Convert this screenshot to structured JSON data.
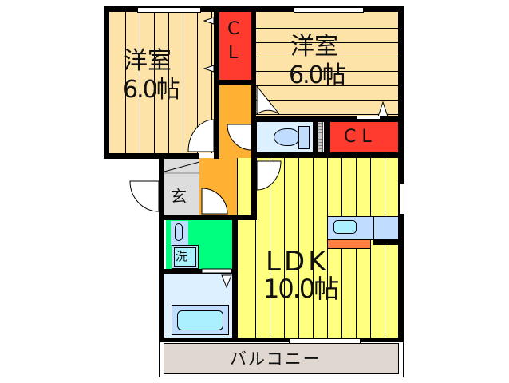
{
  "floorplan": {
    "rooms": {
      "western_room_1": {
        "name": "洋室",
        "size": "6.0帖",
        "color": "#FDE3A7"
      },
      "western_room_2": {
        "name": "洋室",
        "size": "6.0帖",
        "color": "#FDE3A7"
      },
      "closet_1": {
        "label_c": "C",
        "label_l": "L",
        "color": "#FF3B30"
      },
      "closet_2": {
        "label": "C L",
        "color": "#FF3B30"
      },
      "hallway": {
        "color": "#FFB133"
      },
      "toilet": {
        "color": "#DDF0FF"
      },
      "entrance": {
        "label": "玄",
        "color": "#DDDDDD"
      },
      "washroom": {
        "label": "洗",
        "color": "#00FF7F"
      },
      "bathroom": {
        "color": "#DDF0FF"
      },
      "ldk": {
        "name": "LDK",
        "size": "10.0帖",
        "color": "#FFFF80"
      },
      "balcony": {
        "label": "バルコニー",
        "color": "#E0D8D0"
      }
    },
    "fixtures": {
      "kitchen_counter_color": "#C0DCFF",
      "kitchen_sink_color": "#AAF0FF",
      "stove_color": "#FF8040",
      "bathtub_color": "#AAF0FF"
    }
  }
}
